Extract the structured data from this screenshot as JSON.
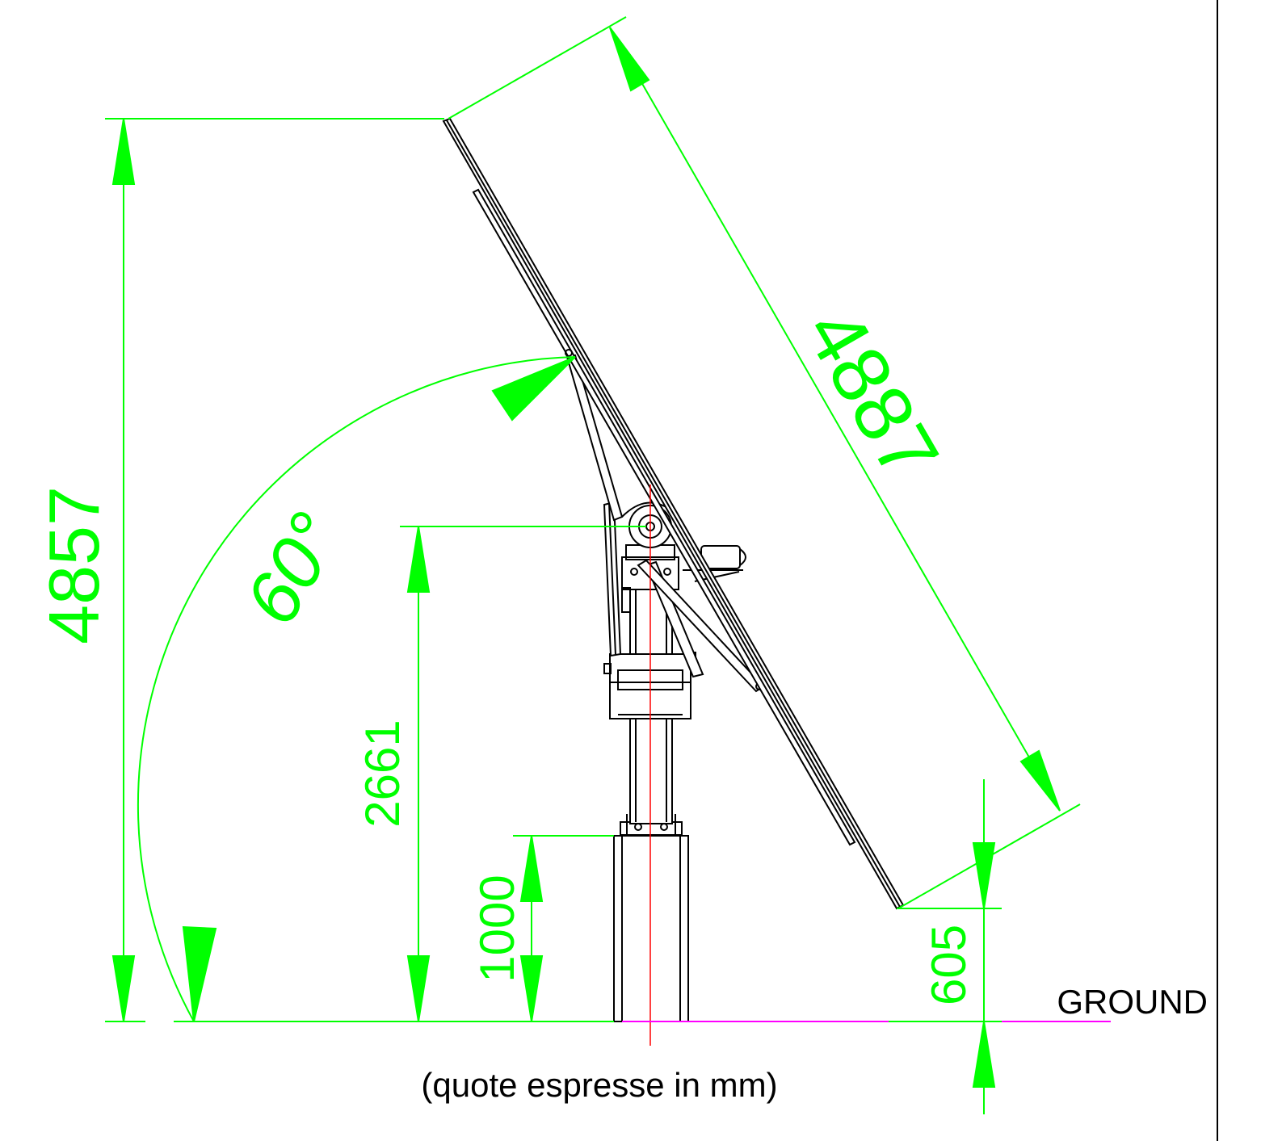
{
  "dimensions": {
    "total_height": "4857",
    "panel_length": "4887",
    "pivot_height": "2661",
    "foundation_height": "1000",
    "ground_clearance": "605",
    "tilt_angle": "60°"
  },
  "labels": {
    "ground": "GROUND",
    "note": "(quote espresse in mm)"
  },
  "colors": {
    "dimension": "#00ff00",
    "structure": "#000000",
    "axis": "#ff0000",
    "ground": "#ff00ff"
  }
}
